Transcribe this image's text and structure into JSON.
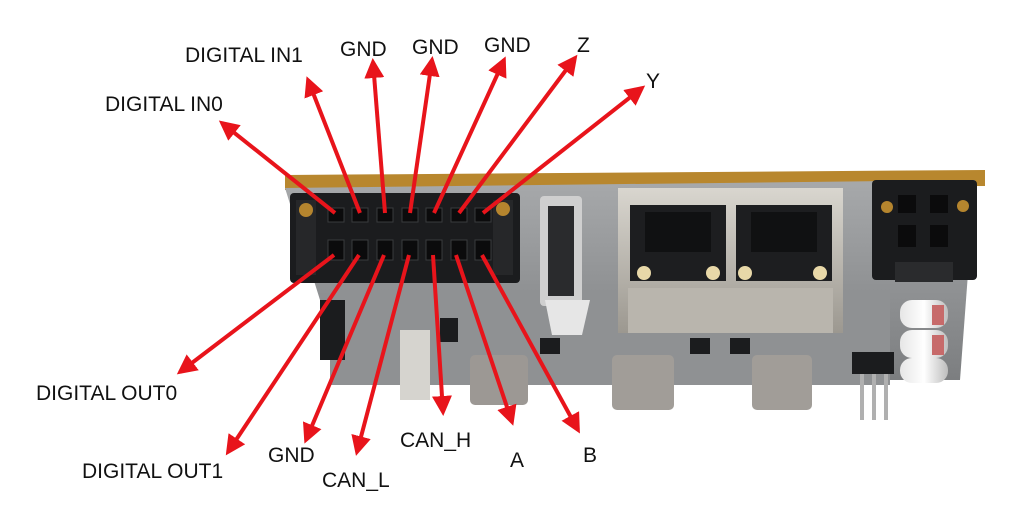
{
  "labels": {
    "digital_in1": "DIGITAL IN1",
    "digital_in0": "DIGITAL IN0",
    "gnd_top_1": "GND",
    "gnd_top_2": "GND",
    "gnd_top_3": "GND",
    "z": "Z",
    "y": "Y",
    "digital_out0": "DIGITAL OUT0",
    "digital_out1": "DIGITAL OUT1",
    "gnd_bottom": "GND",
    "can_l": "CAN_L",
    "can_h": "CAN_H",
    "a": "A",
    "b": "B"
  },
  "colors": {
    "arrow": "#e8141b",
    "board": "#8a8c8e",
    "connector": "#1b1c1e"
  }
}
